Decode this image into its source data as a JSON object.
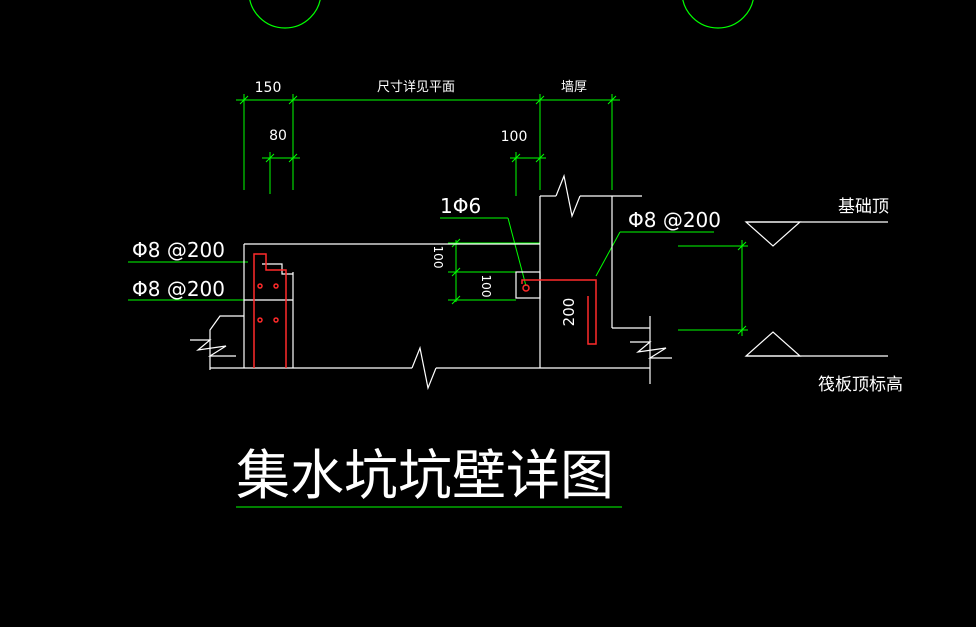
{
  "colors": {
    "background": "#000000",
    "structure": "#ffffff",
    "dimension": "#00ff00",
    "rebar": "#ff2a2a"
  },
  "dimensions": {
    "d150": "150",
    "d80": "80",
    "d_span": "尺寸详见平面",
    "d_wall": "墙厚",
    "d100_top": "100",
    "d100_a": "100",
    "d100_b": "100",
    "d200": "200"
  },
  "annotations": {
    "rebar_left_1": "Φ8 @200",
    "rebar_left_2": "Φ8 @200",
    "rebar_top": "1Φ6",
    "rebar_right": "Φ8 @200",
    "elev_foundation_top": "基础顶",
    "elev_raft_top": "筏板顶标高"
  },
  "title": "集水坑坑壁详图"
}
